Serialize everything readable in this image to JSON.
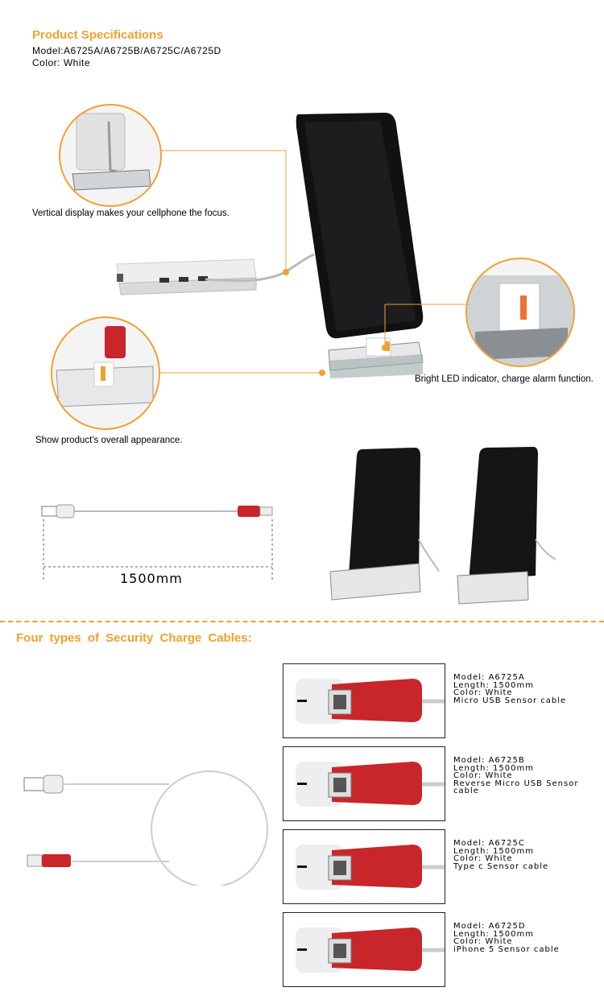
{
  "header": {
    "title": "Product Specifications",
    "model": "Model:A6725A/A6725B/A6725C/A6725D",
    "color": "Color: White"
  },
  "callouts": {
    "vertical": "Vertical display makes your cellphone the focus.",
    "led": "Bright LED indicator, charge alarm function.",
    "overall": "Show product's overall appearance."
  },
  "cable_length": "1500mm",
  "section_title": "Four  types of  Security  Charge Cables:",
  "cables": [
    {
      "model": "Model:  A6725A",
      "length": "Length:  1500mm",
      "color": "Color:  White",
      "type": "Micro USB Sensor cable"
    },
    {
      "model": "Model:  A6725B",
      "length": "Length:  1500mm",
      "color": "Color:  White",
      "type": "Reverse Micro USB Sensor cable"
    },
    {
      "model": "Model:  A6725C",
      "length": "Length:  1500mm",
      "color": "Color:  White",
      "type": "Type c Sensor cable"
    },
    {
      "model": "Model:  A6725D",
      "length": "Length:  1500mm",
      "color": "Color:  White",
      "type": "iPhone 5 Sensor cable"
    }
  ],
  "colors": {
    "accent": "#f0a130",
    "sensor_red": "#c8262a"
  }
}
